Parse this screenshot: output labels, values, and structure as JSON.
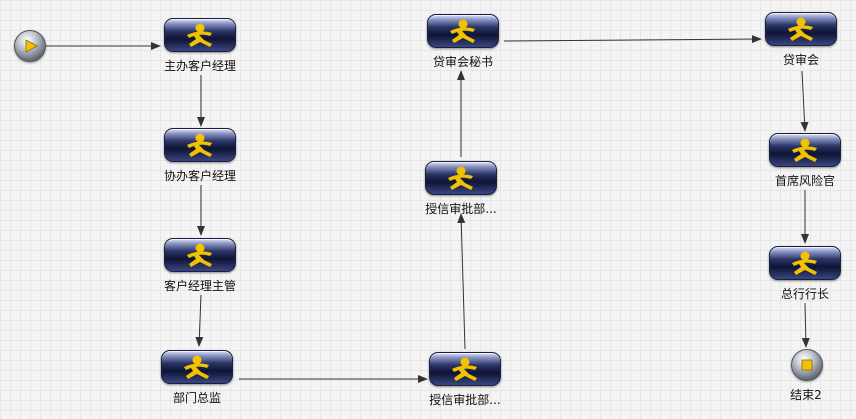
{
  "diagram": {
    "start_icon": "play-circle-icon",
    "end_icon": "stop-circle-icon",
    "task_icon": "running-person-icon",
    "colors": {
      "task_dark": "#0e1434",
      "task_light": "#8c96c6",
      "person": "#f2c200",
      "arrow": "#333333",
      "play": "#f2c200",
      "stop": "#f2c200"
    },
    "nodes": {
      "n1": {
        "label": "主办客户经理"
      },
      "n2": {
        "label": "协办客户经理"
      },
      "n3": {
        "label": "客户经理主管"
      },
      "n4": {
        "label": "部门总监"
      },
      "n5": {
        "label": "授信审批部..."
      },
      "n6": {
        "label": "授信审批部..."
      },
      "n7": {
        "label": "贷审会秘书"
      },
      "n8": {
        "label": "贷审会"
      },
      "n9": {
        "label": "首席风险官"
      },
      "n10": {
        "label": "总行行长"
      }
    },
    "end": {
      "label": "结束2"
    }
  }
}
